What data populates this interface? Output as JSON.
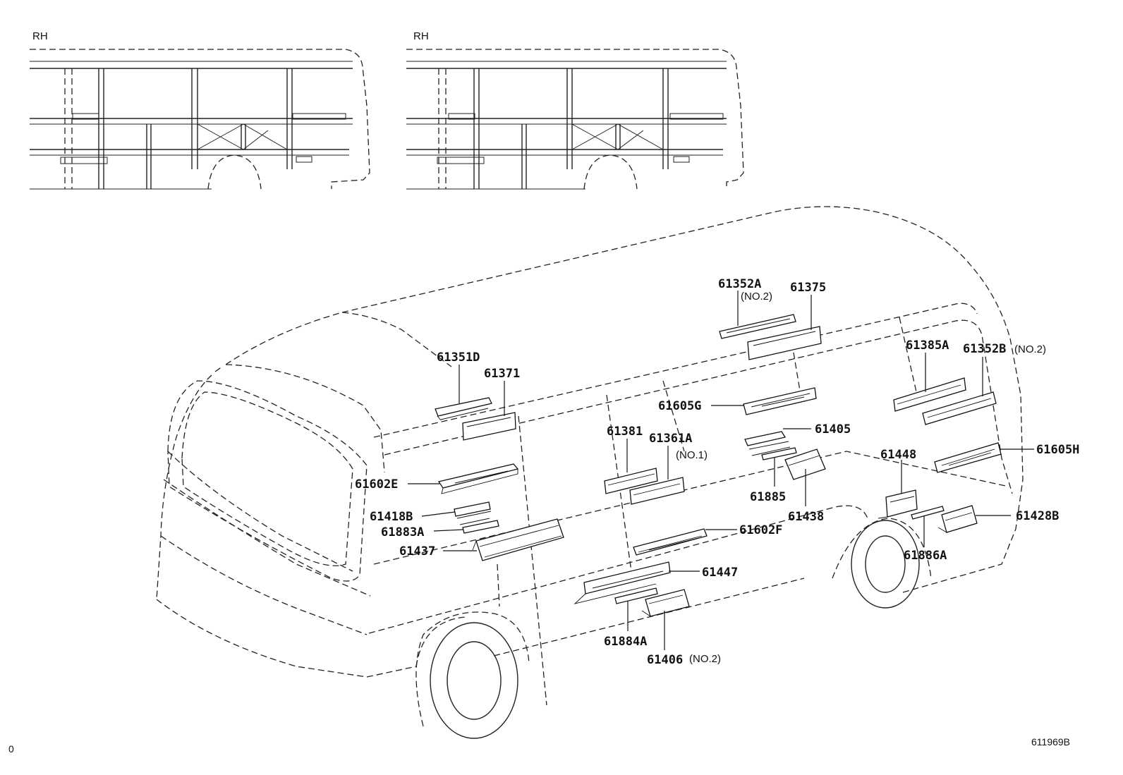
{
  "views": {
    "left_view_label": "RH",
    "right_view_label": "RH"
  },
  "parts": {
    "p61351D": "61351D",
    "p61371": "61371",
    "p61602E": "61602E",
    "p61418B": "61418B",
    "p61883A": "61883A",
    "p61437": "61437",
    "p61381": "61381",
    "p61361A": "61361A",
    "p61361A_note": "(NO.1)",
    "p61352A": "61352A",
    "p61352A_note": "(NO.2)",
    "p61375": "61375",
    "p61605G": "61605G",
    "p61405": "61405",
    "p61885": "61885",
    "p61438": "61438",
    "p61602F": "61602F",
    "p61447": "61447",
    "p61884A": "61884A",
    "p61406": "61406",
    "p61406_note": "(NO.2)",
    "p61385A": "61385A",
    "p61352B": "61352B",
    "p61352B_note": "(NO.2)",
    "p61605H": "61605H",
    "p61448": "61448",
    "p61428B": "61428B",
    "p61886A": "61886A"
  },
  "footer": {
    "left_mark": "0",
    "diagram_id": "611969B"
  }
}
